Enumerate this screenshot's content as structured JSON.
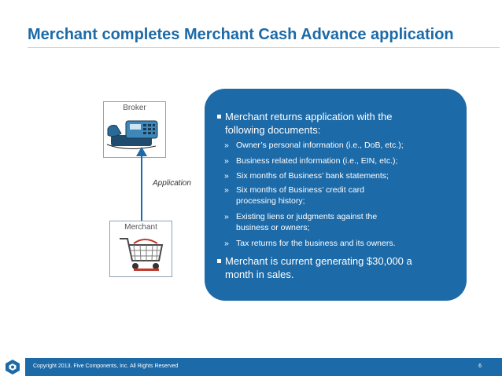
{
  "slide": {
    "title": "Merchant completes Merchant Cash Advance application"
  },
  "diagram": {
    "broker_label": "Broker",
    "merchant_label": "Merchant",
    "arrow_label": "Application"
  },
  "panel": {
    "bullet1": [
      "Merchant returns application with the",
      "following documents:"
    ],
    "sub_items": [
      [
        "Owner’s personal information (i.e., DoB, etc.);"
      ],
      [
        "Business related information (i.e., EIN, etc.);"
      ],
      [
        "Six months of Business’ bank statements;"
      ],
      [
        "Six months of Business’ credit card",
        "processing history;"
      ],
      [
        "Existing liens or judgments against the",
        "business or owners;"
      ],
      [
        "Tax returns for the business and its owners."
      ]
    ],
    "sub_marker": "»",
    "bullet2": [
      "Merchant is current generating $30,000 a",
      "month in sales."
    ]
  },
  "footer": {
    "copyright": "Copyright 2013. Five Components, Inc. All Rights Reserved",
    "page_number": "6"
  },
  "colors": {
    "brand_blue": "#1c6aa8"
  }
}
